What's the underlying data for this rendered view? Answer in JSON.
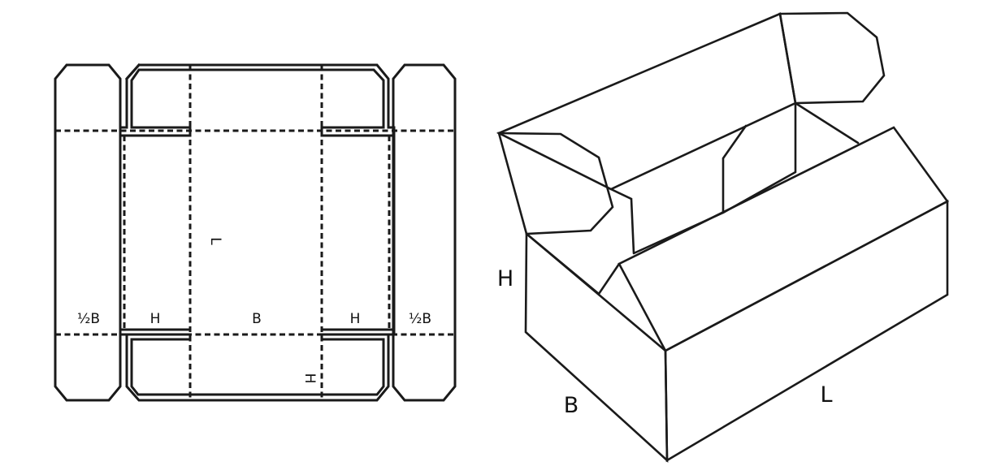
{
  "dieline": {
    "labels": {
      "half_b_left": "½B",
      "h_left": "H",
      "b_center": "B",
      "h_right": "H",
      "half_b_right": "½B",
      "l_vertical": "L",
      "h_vertical": "H"
    }
  },
  "box_3d": {
    "labels": {
      "height": "H",
      "width": "B",
      "length": "L"
    }
  },
  "colors": {
    "line": "#1a1a1a",
    "background": "#ffffff"
  }
}
